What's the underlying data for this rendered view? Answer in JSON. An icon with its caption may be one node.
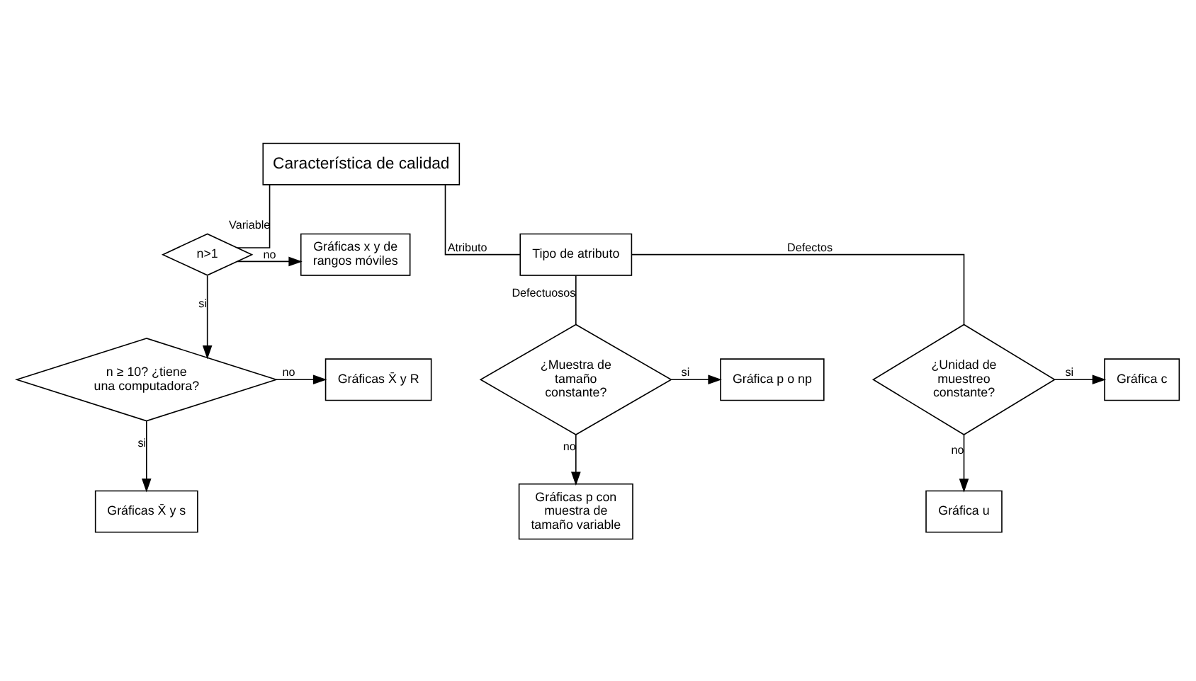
{
  "diagram": {
    "nodes": [
      {
        "text": [
          "Característica de calidad"
        ]
      },
      {
        "text": [
          "n>1"
        ]
      },
      {
        "text": [
          "Gráficas x y de rangos móviles"
        ]
      },
      {
        "text": [
          "Tipo de atributo"
        ]
      },
      {
        "text": [
          "n ≥ 10? ¿tiene una computadora?"
        ]
      },
      {
        "text": [
          "Gráficas X̄ y R"
        ]
      },
      {
        "text": [
          "¿Muestra de tamaño constante?"
        ]
      },
      {
        "text": [
          "Gráfica p o np"
        ]
      },
      {
        "text": [
          "¿Unidad de muestreo constante?"
        ]
      },
      {
        "text": [
          "Gráfica c"
        ]
      },
      {
        "text": [
          "Gráficas X̄ y s"
        ]
      },
      {
        "text": [
          "Gráficas p con muestra de tamaño variable"
        ]
      },
      {
        "text": [
          "Gráfica u"
        ]
      }
    ],
    "edges": [
      {
        "from": 0,
        "to": 1,
        "arrow": "none",
        "label": "Variable"
      },
      {
        "from": 0,
        "to": 3,
        "arrow": "none",
        "label": "Atributo"
      },
      {
        "from": 1,
        "to": 2,
        "arrow": "to",
        "label": "no"
      },
      {
        "from": 1,
        "to": 4,
        "arrow": "to",
        "label": "si"
      },
      {
        "from": 4,
        "to": 5,
        "arrow": "to",
        "label": "no"
      },
      {
        "from": 4,
        "to": 10,
        "arrow": "to",
        "label": "si"
      },
      {
        "from": 3,
        "to": 6,
        "arrow": "none",
        "label": "Defectuosos"
      },
      {
        "from": 3,
        "to": 8,
        "arrow": "none",
        "label": "Defectos"
      },
      {
        "from": 6,
        "to": 7,
        "arrow": "to",
        "label": "si"
      },
      {
        "from": 6,
        "to": 11,
        "arrow": "to",
        "label": "no"
      },
      {
        "from": 8,
        "to": 9,
        "arrow": "to",
        "label": "si"
      },
      {
        "from": 8,
        "to": 12,
        "arrow": "to",
        "label": "no"
      }
    ]
  }
}
